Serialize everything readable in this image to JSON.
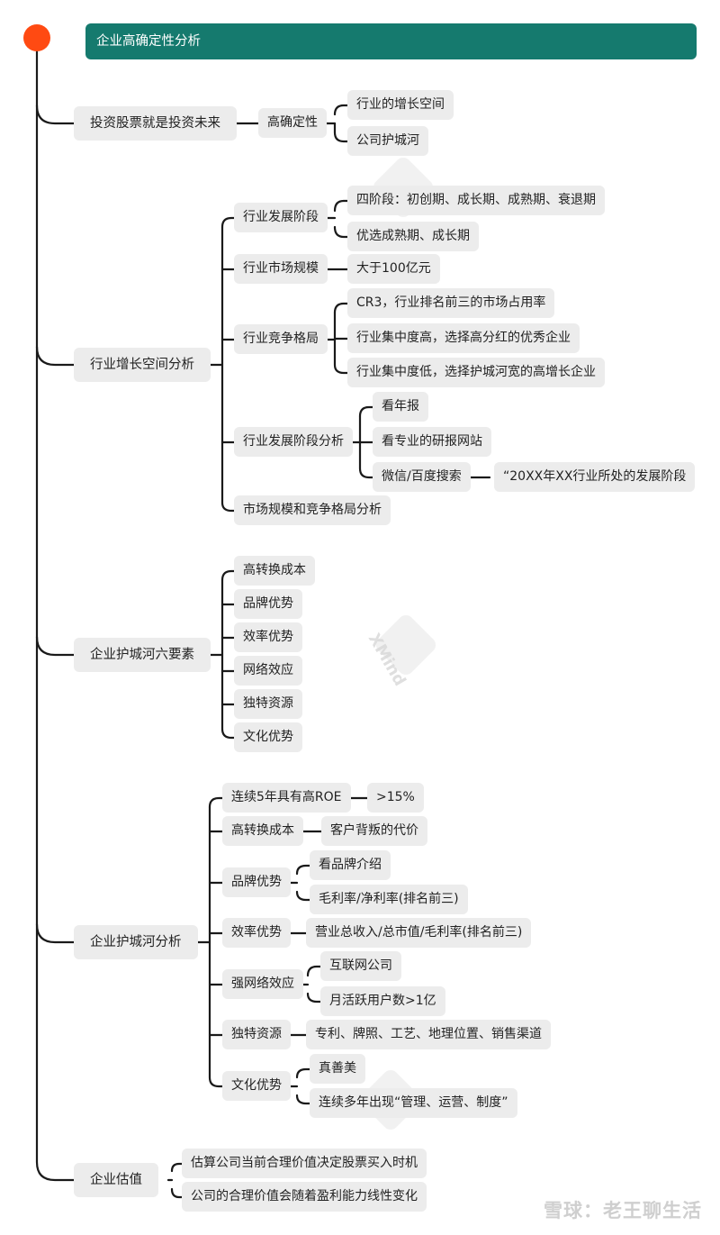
{
  "root_title": "企业高确定性分析",
  "sections": {
    "s1": {
      "label": "投资股票就是投资未来",
      "mid": "高确定性",
      "items": [
        "行业的增长空间",
        "公司护城河"
      ]
    },
    "s2": {
      "label": "行业增长空间分析",
      "stage": {
        "label": "行业发展阶段",
        "items": [
          "四阶段：初创期、成长期、成熟期、衰退期",
          "优选成熟期、成长期"
        ]
      },
      "scale": {
        "label": "行业市场规模",
        "value": "大于100亿元"
      },
      "competition": {
        "label": "行业竞争格局",
        "items": [
          "CR3，行业排名前三的市场占用率",
          "行业集中度高，选择高分红的优秀企业",
          "行业集中度低，选择护城河宽的高增长企业"
        ]
      },
      "stage_analysis": {
        "label": "行业发展阶段分析",
        "items": [
          "看年报",
          "看专业的研报网站",
          "微信/百度搜索"
        ],
        "search_query": "“20XX年XX行业所处的发展阶段"
      },
      "scale_comp": {
        "label": "市场规模和竞争格局分析"
      }
    },
    "s3": {
      "label": "企业护城河六要素",
      "items": [
        "高转换成本",
        "品牌优势",
        "效率优势",
        "网络效应",
        "独特资源",
        "文化优势"
      ]
    },
    "s4": {
      "label": "企业护城河分析",
      "roe": {
        "label": "连续5年具有高ROE",
        "value": ">15%"
      },
      "switch": {
        "label": "高转换成本",
        "value": "客户背叛的代价"
      },
      "brand": {
        "label": "品牌优势",
        "items": [
          "看品牌介绍",
          "毛利率/净利率(排名前三)"
        ]
      },
      "eff": {
        "label": "效率优势",
        "value": "营业总收入/总市值/毛利率(排名前三)"
      },
      "net": {
        "label": "强网络效应",
        "items": [
          "互联网公司",
          "月活跃用户数>1亿"
        ]
      },
      "res": {
        "label": "独特资源",
        "value": "专利、牌照、工艺、地理位置、销售渠道"
      },
      "culture": {
        "label": "文化优势",
        "items": [
          "真善美",
          "连续多年出现“管理、运营、制度”"
        ]
      }
    },
    "s5": {
      "label": "企业估值",
      "items": [
        "估算公司当前合理价值决定股票买入时机",
        "公司的合理价值会随着盈利能力线性变化"
      ]
    }
  },
  "watermark": {
    "brand": "XMind",
    "footer": "雪球：老王聊生活"
  }
}
